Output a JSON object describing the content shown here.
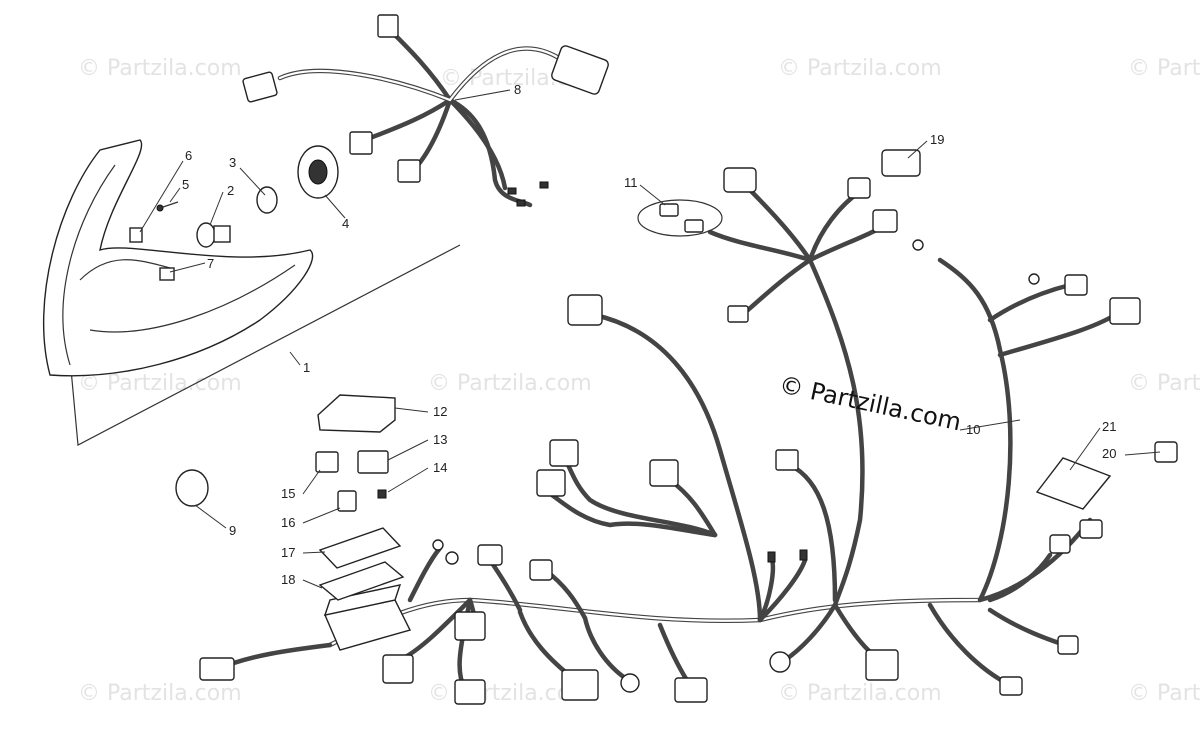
{
  "watermark": {
    "text": "© Partzila.com",
    "copyright": "© Partzilla.com",
    "color": "#e3e3e3"
  },
  "callouts": {
    "n1": "1",
    "n2": "2",
    "n3": "3",
    "n4": "4",
    "n5": "5",
    "n6": "6",
    "n7": "7",
    "n8": "8",
    "n9": "9",
    "n10": "10",
    "n11": "11",
    "n12": "12",
    "n13": "13",
    "n14": "14",
    "n15": "15",
    "n16": "16",
    "n17": "17",
    "n18": "18",
    "n19": "19",
    "n20": "20",
    "n21": "21"
  }
}
